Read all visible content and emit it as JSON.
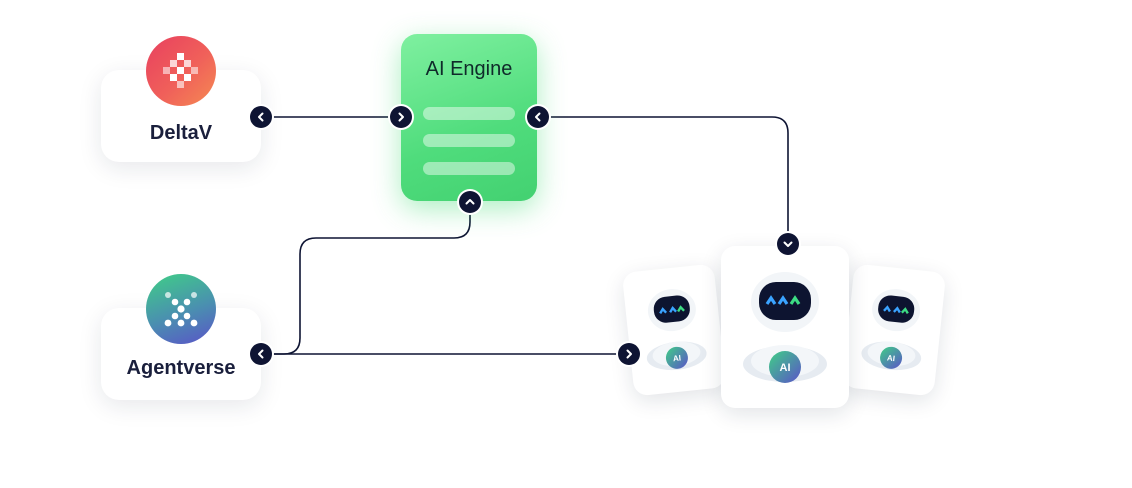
{
  "diagram": {
    "nodes": {
      "deltav": {
        "label": "DeltaV",
        "icon": "deltav-logo-icon"
      },
      "agentverse": {
        "label": "Agentverse",
        "icon": "agentverse-logo-icon"
      },
      "ai_engine": {
        "label": "AI Engine"
      },
      "agents": {
        "icon": "robot-agent-icon",
        "badge": "AI"
      }
    },
    "connectors": [
      {
        "name": "deltav-out",
        "direction": "left"
      },
      {
        "name": "engine-in-left",
        "direction": "right"
      },
      {
        "name": "engine-out-right",
        "direction": "left"
      },
      {
        "name": "engine-out-bottom",
        "direction": "up"
      },
      {
        "name": "agents-in-top",
        "direction": "down"
      },
      {
        "name": "agentverse-out",
        "direction": "left"
      },
      {
        "name": "agents-in-left",
        "direction": "right"
      }
    ],
    "colors": {
      "connector": "#0e1433",
      "line": "#0e1433",
      "engine_green": "#4fdc7c",
      "deltav_gradient_start": "#e8405f",
      "deltav_gradient_end": "#f58a52",
      "agentverse_gradient_start": "#3fcf86",
      "agentverse_gradient_end": "#5a53c8",
      "robot_eye_blue": "#3aa3ff",
      "robot_eye_green": "#3ddc84"
    }
  }
}
